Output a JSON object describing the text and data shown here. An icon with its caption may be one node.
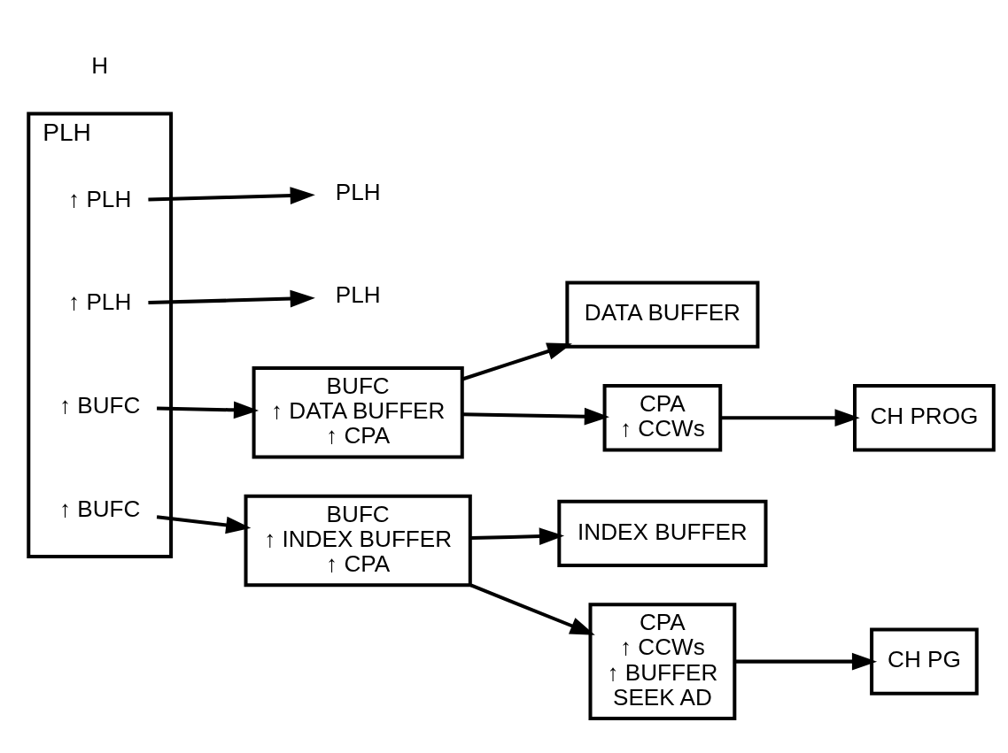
{
  "diagram": {
    "nodes": [
      {
        "text": [
          "PLH"
        ]
      },
      {
        "text": [
          "↑ BUFC"
        ],
        "in": 0
      },
      {
        "text": [
          "↑ BUFC"
        ],
        "in": 0
      },
      {
        "text": [
          "↑ PLH"
        ],
        "in": 0
      },
      {
        "text": [
          "PLH"
        ]
      },
      {
        "text": [
          "↑ PLH"
        ],
        "in": 0
      },
      {
        "text": [
          "PLH"
        ]
      },
      {
        "text": [
          "BUFC",
          "↑ INDEX BUFFER",
          "↑ CPA"
        ]
      },
      {
        "text": [
          "INDEX BUFFER"
        ]
      },
      {
        "text": [
          "CPA",
          "↑ CCWs",
          "↑ BUFFER",
          "SEEK AD"
        ]
      },
      {
        "text": [
          "CH PG"
        ]
      },
      {
        "text": [
          "BUFC",
          "↑ DATA BUFFER",
          "↑ CPA"
        ]
      },
      {
        "text": [
          "DATA BUFFER"
        ]
      },
      {
        "text": [
          "CPA",
          "↑ CCWs"
        ]
      },
      {
        "text": [
          "CH PROG"
        ]
      }
    ],
    "edges": [
      {
        "from": 1,
        "to": 7,
        "arrow": "to"
      },
      {
        "from": 7,
        "to": 8,
        "arrow": "to"
      },
      {
        "from": 7,
        "to": 9,
        "arrow": "to"
      },
      {
        "from": 9,
        "to": 10,
        "arrow": "to"
      },
      {
        "from": 2,
        "to": 11,
        "arrow": "to"
      },
      {
        "from": 3,
        "to": 4,
        "arrow": "to"
      },
      {
        "from": 5,
        "to": 6,
        "arrow": "to"
      },
      {
        "from": 11,
        "to": 12,
        "arrow": "to"
      },
      {
        "from": 11,
        "to": 13,
        "arrow": "to"
      },
      {
        "from": 13,
        "to": 14,
        "arrow": "to"
      }
    ],
    "labels": [
      "H"
    ]
  }
}
